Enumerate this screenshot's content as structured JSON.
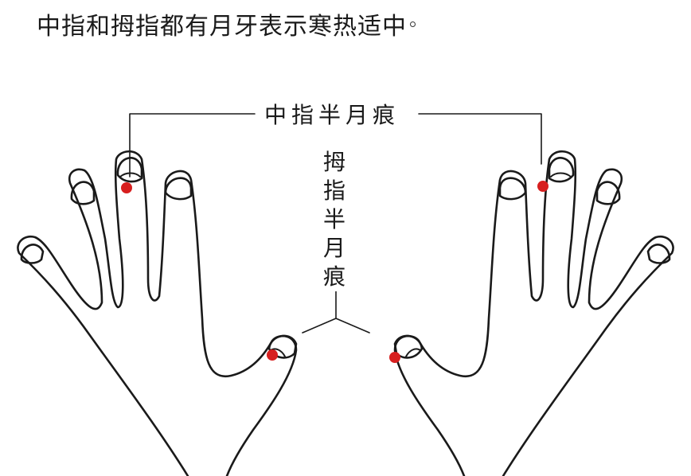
{
  "caption": "中指和拇指都有月牙表示寒热适中",
  "labels": {
    "middle_finger": "中指半月痕",
    "thumb": "拇指半月痕"
  },
  "colors": {
    "outline": "#1a1a1a",
    "marker": "#d71f1f",
    "background": "#ffffff"
  }
}
